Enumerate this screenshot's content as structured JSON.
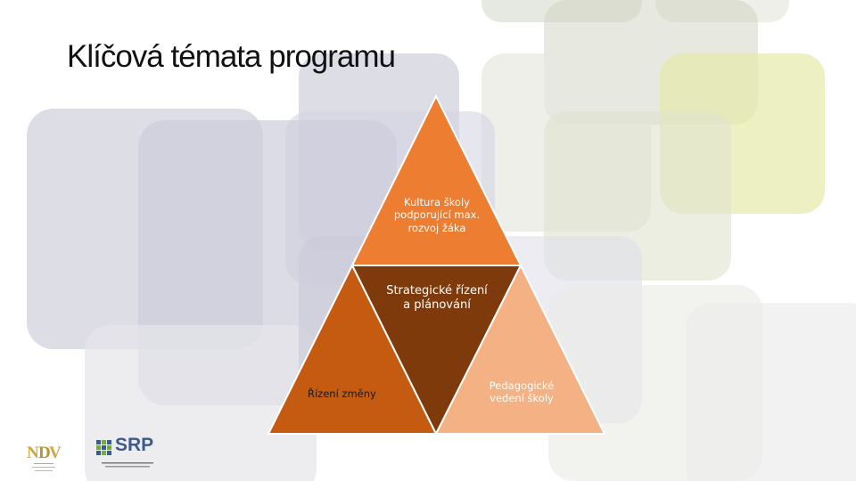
{
  "slide": {
    "title": "Klíčová témata programu"
  },
  "diagram": {
    "top_label": "Kultura školy podporující max. rozvoj žáka",
    "middle_label": "Strategické řízení a plánování",
    "left_label": "Řízení změny",
    "right_label": "Pedagogické vedení školy"
  },
  "colors": {
    "top": "#ED7D31",
    "middle": "#7F3A0C",
    "left": "#C55A11",
    "right": "#F4B183"
  },
  "logos": {
    "nidv": {
      "name": "NIDV-logo"
    },
    "srp": {
      "name": "SRP-logo",
      "text": "SRP"
    }
  }
}
